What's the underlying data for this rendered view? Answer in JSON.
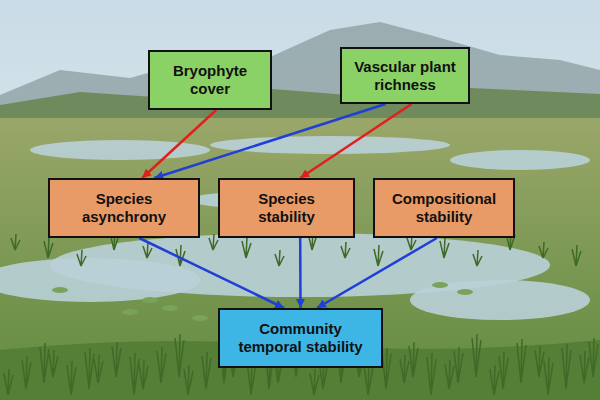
{
  "diagram": {
    "nodes": [
      {
        "text": [
          "Bryophyte cover"
        ]
      },
      {
        "text": [
          "Vascular plant richness"
        ]
      },
      {
        "text": [
          "Species asynchrony"
        ]
      },
      {
        "text": [
          "Species stability"
        ]
      },
      {
        "text": [
          "Compositional stability"
        ]
      },
      {
        "text": [
          "Community temporal stability"
        ]
      }
    ],
    "edges": [
      {
        "from": 0,
        "to": 2,
        "arrow": "to"
      },
      {
        "from": 1,
        "to": 2,
        "arrow": "to"
      },
      {
        "from": 1,
        "to": 3,
        "arrow": "to"
      },
      {
        "from": 2,
        "to": 5,
        "arrow": "to"
      },
      {
        "from": 3,
        "to": 5,
        "arrow": "to"
      },
      {
        "from": 4,
        "to": 5,
        "arrow": "to"
      }
    ]
  }
}
